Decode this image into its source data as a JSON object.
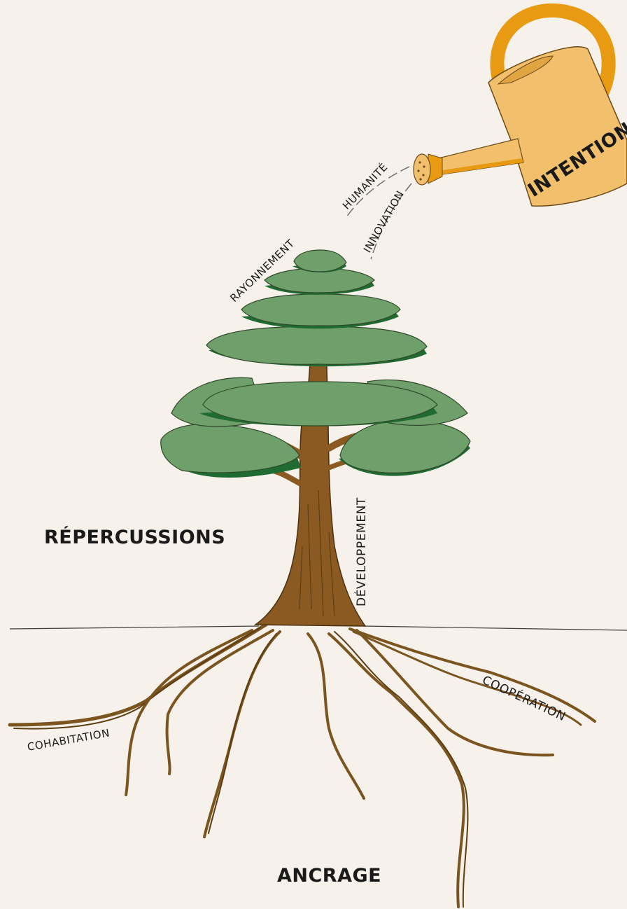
{
  "labels": {
    "intentions": "INTENTIONS",
    "humanite": "HUMANITÉ",
    "innovation": "INNOVATION",
    "rayonnement": "RAYONNEMENT",
    "repercussions": "RÉPERCUSSIONS",
    "developpement": "DÉVELOPPEMENT",
    "cohabitation": "COHABITATION",
    "cooperation": "COOPÉRATION",
    "ancrage": "ANCRAGE"
  },
  "colors": {
    "background": "#f6f1ea",
    "foliage_light": "#6f9f6b",
    "foliage_dark": "#1f6b32",
    "trunk": "#8a5a22",
    "root": "#7a5520",
    "watering_can": "#f2c06c",
    "watering_can_handle": "#e89b12"
  }
}
